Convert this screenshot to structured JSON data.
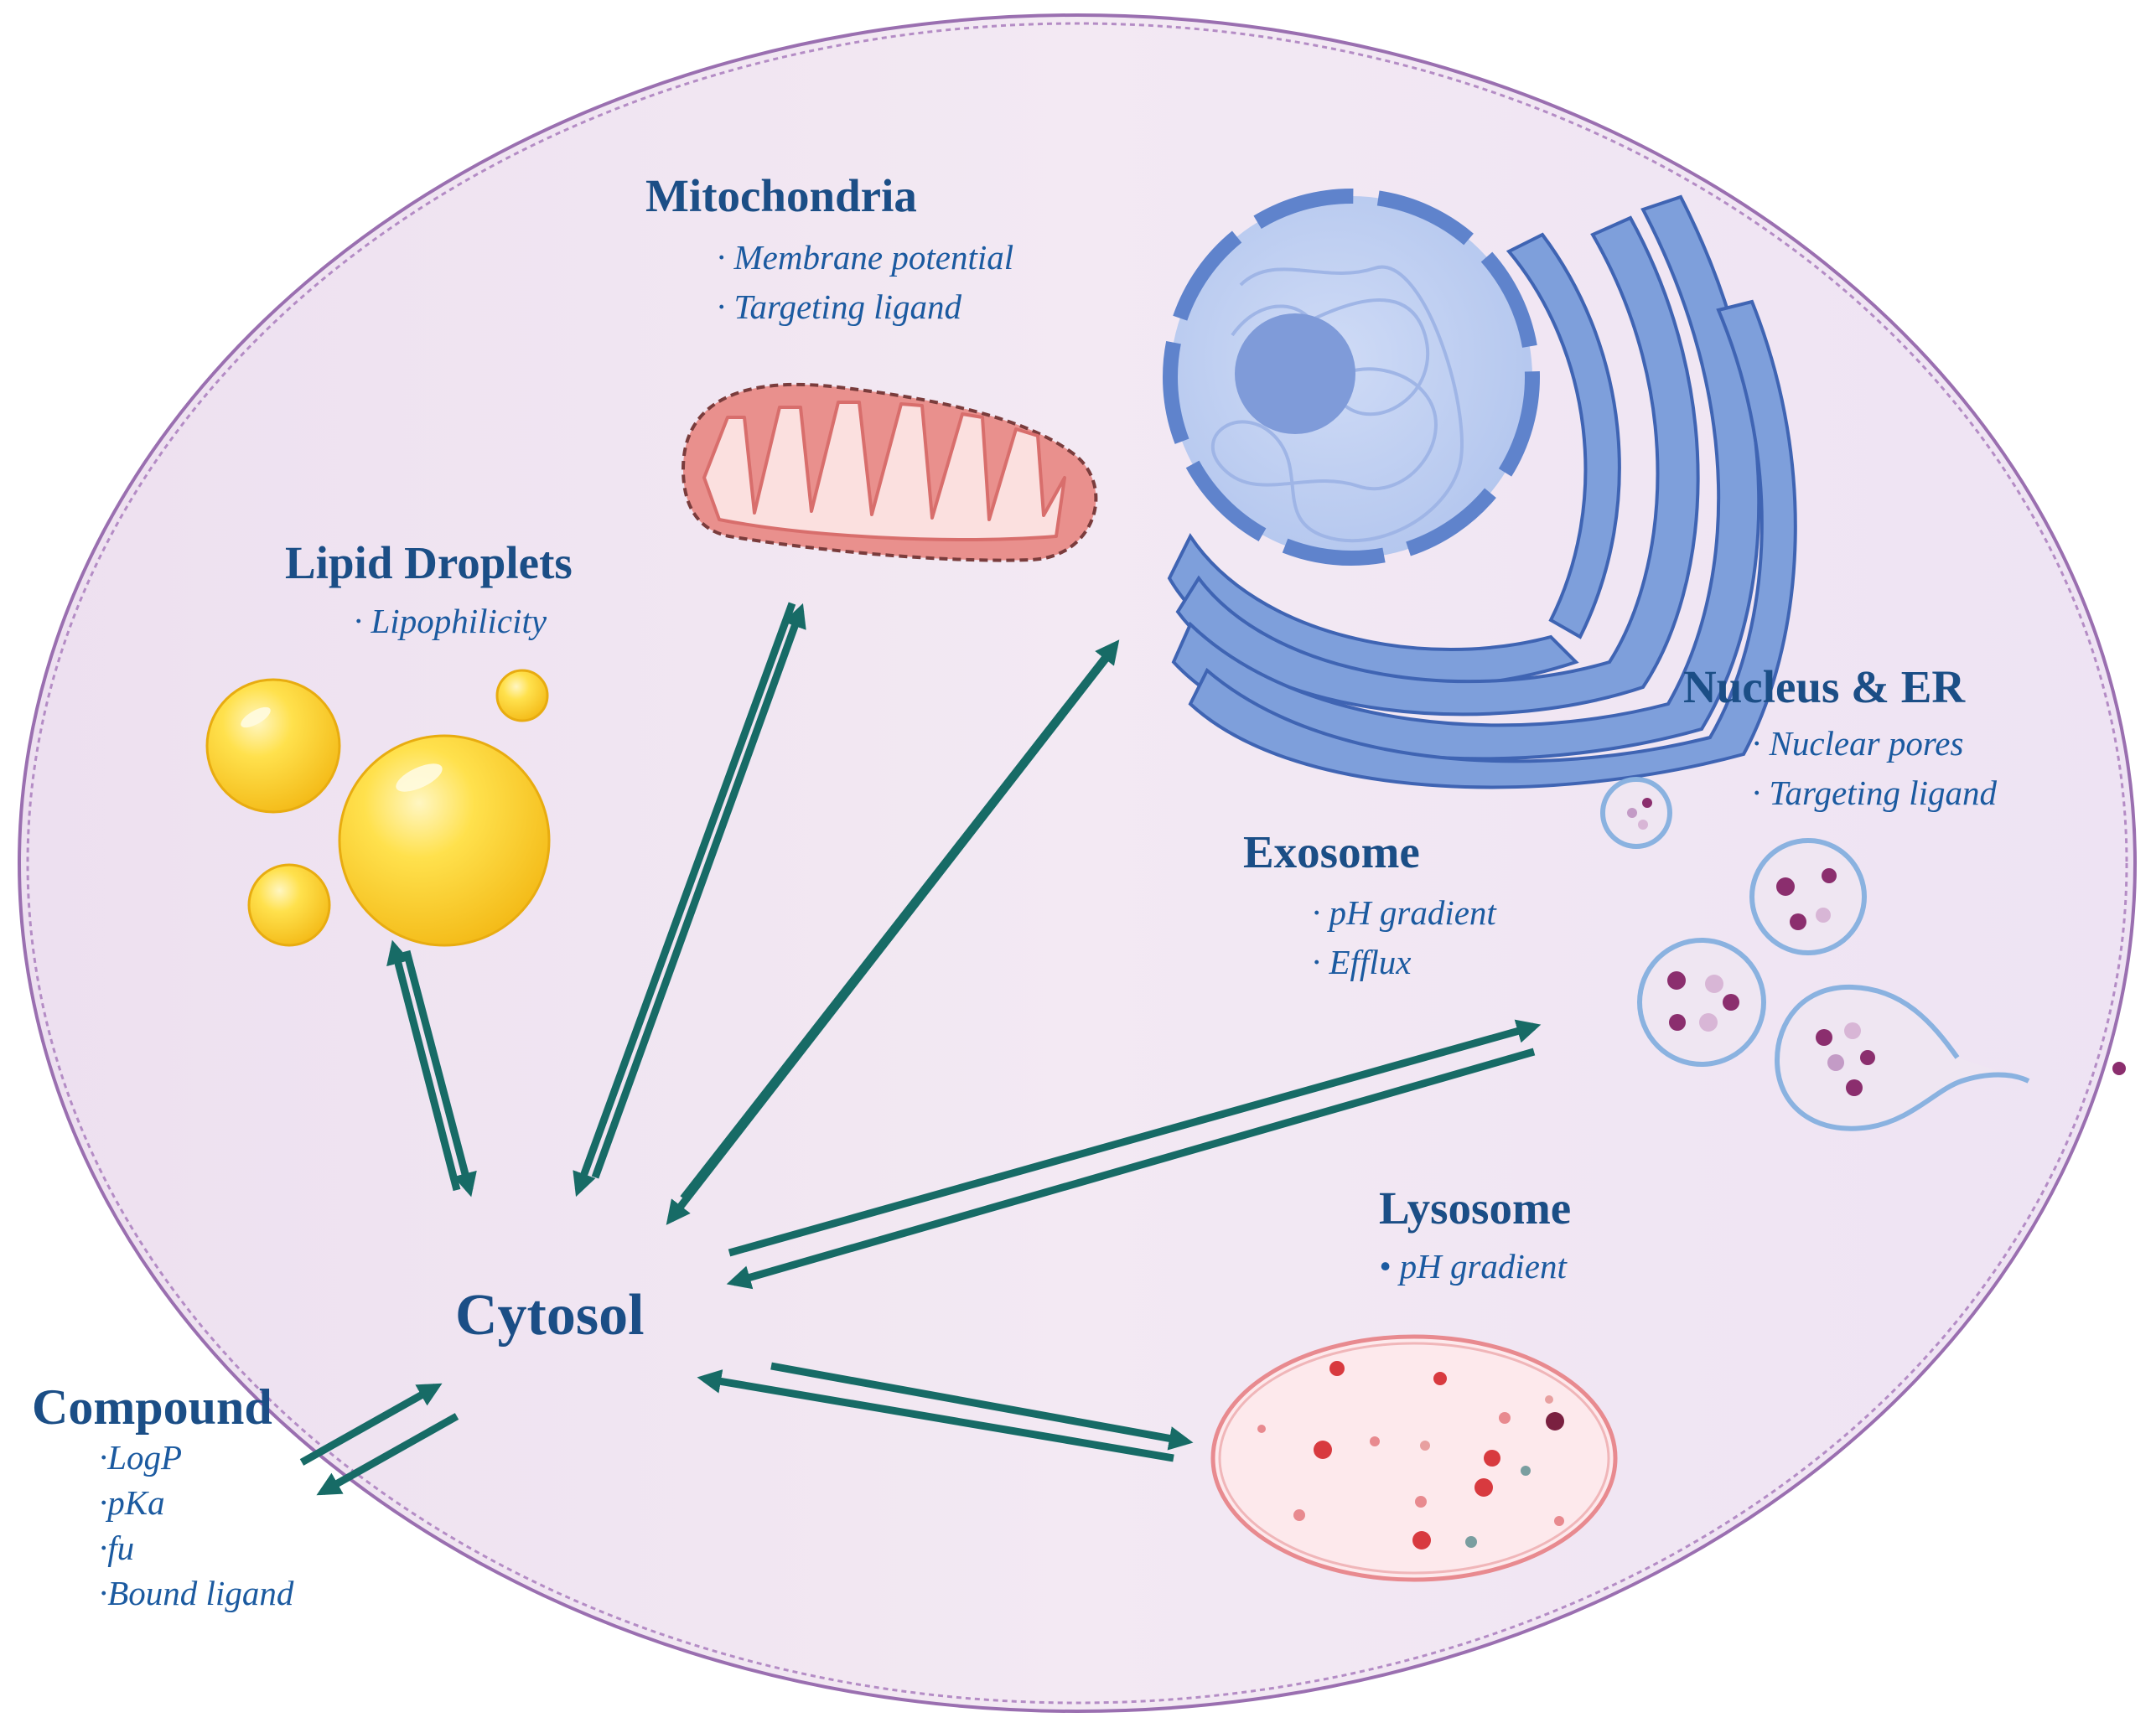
{
  "diagram": {
    "center_label": "Cytosol",
    "compound": {
      "title": "Compound",
      "properties": [
        "·LogP",
        "·pKa",
        "·fu",
        "·Bound ligand"
      ]
    },
    "organelles": [
      {
        "id": "mitochondria",
        "title": "Mitochondria",
        "properties": [
          "· Membrane potential",
          "· Targeting ligand"
        ]
      },
      {
        "id": "lipid-droplets",
        "title": "Lipid Droplets",
        "properties": [
          "· Lipophilicity"
        ]
      },
      {
        "id": "nucleus-er",
        "title": "Nucleus & ER",
        "properties": [
          "· Nuclear pores",
          "· Targeting ligand"
        ]
      },
      {
        "id": "exosome",
        "title": "Exosome",
        "properties": [
          "· pH gradient",
          "· Efflux"
        ]
      },
      {
        "id": "lysosome",
        "title": "Lysosome",
        "properties": [
          "•  pH gradient"
        ]
      }
    ],
    "colors": {
      "title_text": "#1b4e86",
      "bullet_text": "#1b5aa0",
      "arrow": "#176b66",
      "cell_fill": "#f1e6f3",
      "cell_border": "#9a6fb0",
      "lipid": "#fcd53a",
      "mitochondria": "#e9908d",
      "nucleus_er": "#6f93d6",
      "exosome": "#8ab2e0",
      "lysosome": "#e88a8f"
    }
  }
}
